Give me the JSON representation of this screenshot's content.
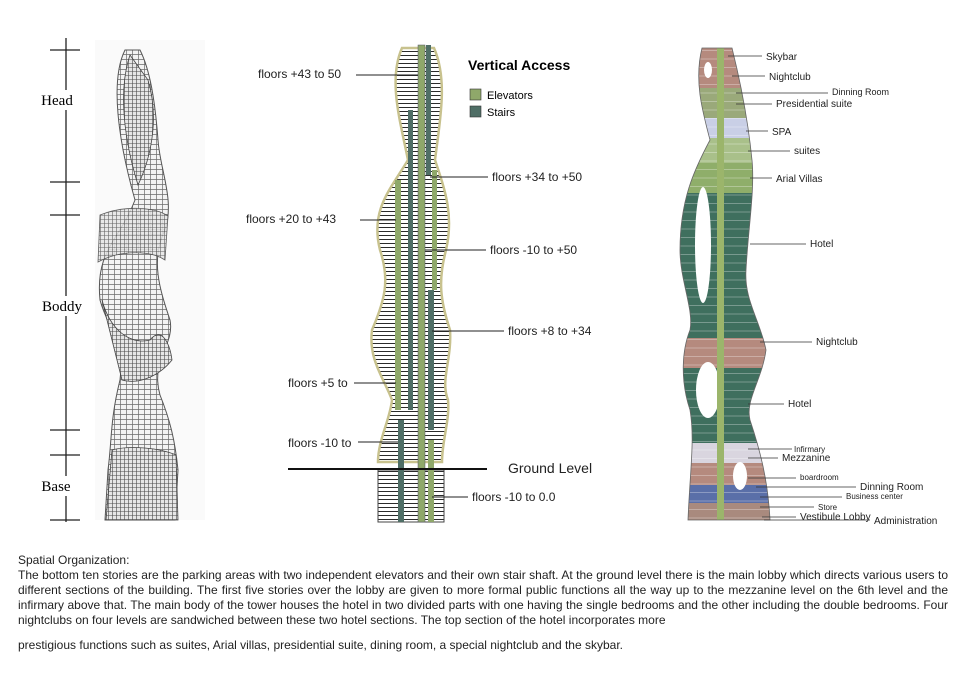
{
  "left_panel": {
    "labels": {
      "head": "Head",
      "body": "Boddy",
      "base": "Base"
    }
  },
  "middle_panel": {
    "legend": {
      "title": "Vertical Access",
      "items": [
        {
          "label": "Elevators",
          "color": "#8fa86a"
        },
        {
          "label": "Stairs",
          "color": "#4f6e66"
        }
      ]
    },
    "annotations": [
      "floors +43 to 50",
      "floors +34 to +50",
      "floors +20 to +43",
      "floors -10 to +50",
      "floors +8 to +34",
      "floors +5 to",
      "floors -10 to",
      "Ground Level",
      "floors -10 to 0.0"
    ]
  },
  "right_panel": {
    "labels": [
      "Skybar",
      "Nightclub",
      "Dinning Room",
      "Presidential suite",
      "SPA",
      "suites",
      "Arial Villas",
      "Hotel",
      "Nightclub",
      "Hotel",
      "Infirmary",
      "Mezzanine",
      "boardroom",
      "Dinning Room",
      "Business center",
      "Store",
      "Vestibule Lobby",
      "Administration"
    ],
    "colors": {
      "hotel": "#3f6f5e",
      "nightclub": "#b58a7e",
      "villas": "#8fae6a",
      "spa": "#c9cfe6",
      "suites": "#a9c08a",
      "core": "#9bb56b",
      "business": "#5a6fa8",
      "store": "#7e5a6e"
    }
  },
  "caption": {
    "title": "Spatial Organization",
    "body": "The bottom ten stories are the parking areas with two independent elevators and their own stair shaft. At the ground level there is the main lobby which directs various users to different sections of the building. The first five stories over the lobby are given to more formal public functions all the way up to the mezzanine level on the 6th level and the infirmary above that. The main body of the tower houses the hotel in two divided parts with one having the single bedrooms and the other including the double bedrooms. Four nightclubs on four levels are sandwiched between these two hotel sections. The top section of the hotel incorporates more",
    "tail": "prestigious functions such as suites, Arial villas, presidential suite, dining room, a special nightclub and the skybar."
  }
}
